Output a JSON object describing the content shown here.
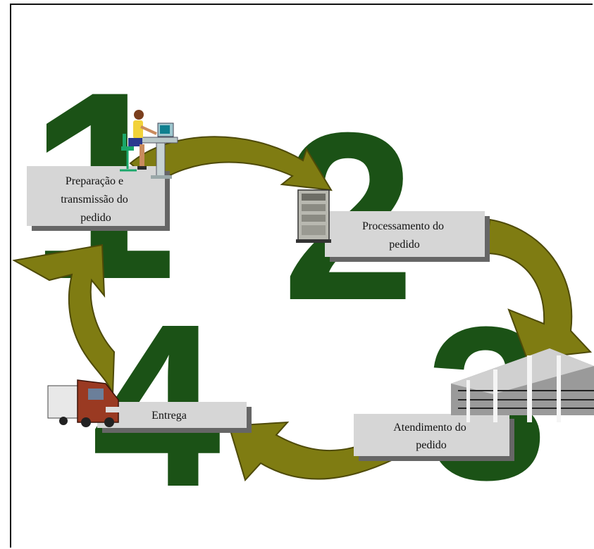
{
  "diagram": {
    "numbers": [
      "1",
      "2",
      "3",
      "4"
    ],
    "steps": [
      {
        "lines": [
          "Preparação e",
          "transmissão do",
          "pedido"
        ],
        "icon": "computer-user-icon"
      },
      {
        "lines": [
          "Processamento do",
          "pedido"
        ],
        "icon": "server-icon"
      },
      {
        "lines": [
          "Atendimento do",
          "pedido"
        ],
        "icon": "warehouse-building-icon"
      },
      {
        "lines": [
          "Entrega"
        ],
        "icon": "delivery-truck-icon"
      }
    ],
    "colors": {
      "number_green": "#1b5216",
      "arrow_fill": "#7f7c12",
      "arrow_stroke": "#4e4a08",
      "box_fill": "#d6d6d6",
      "box_shadow": "#666666"
    }
  }
}
